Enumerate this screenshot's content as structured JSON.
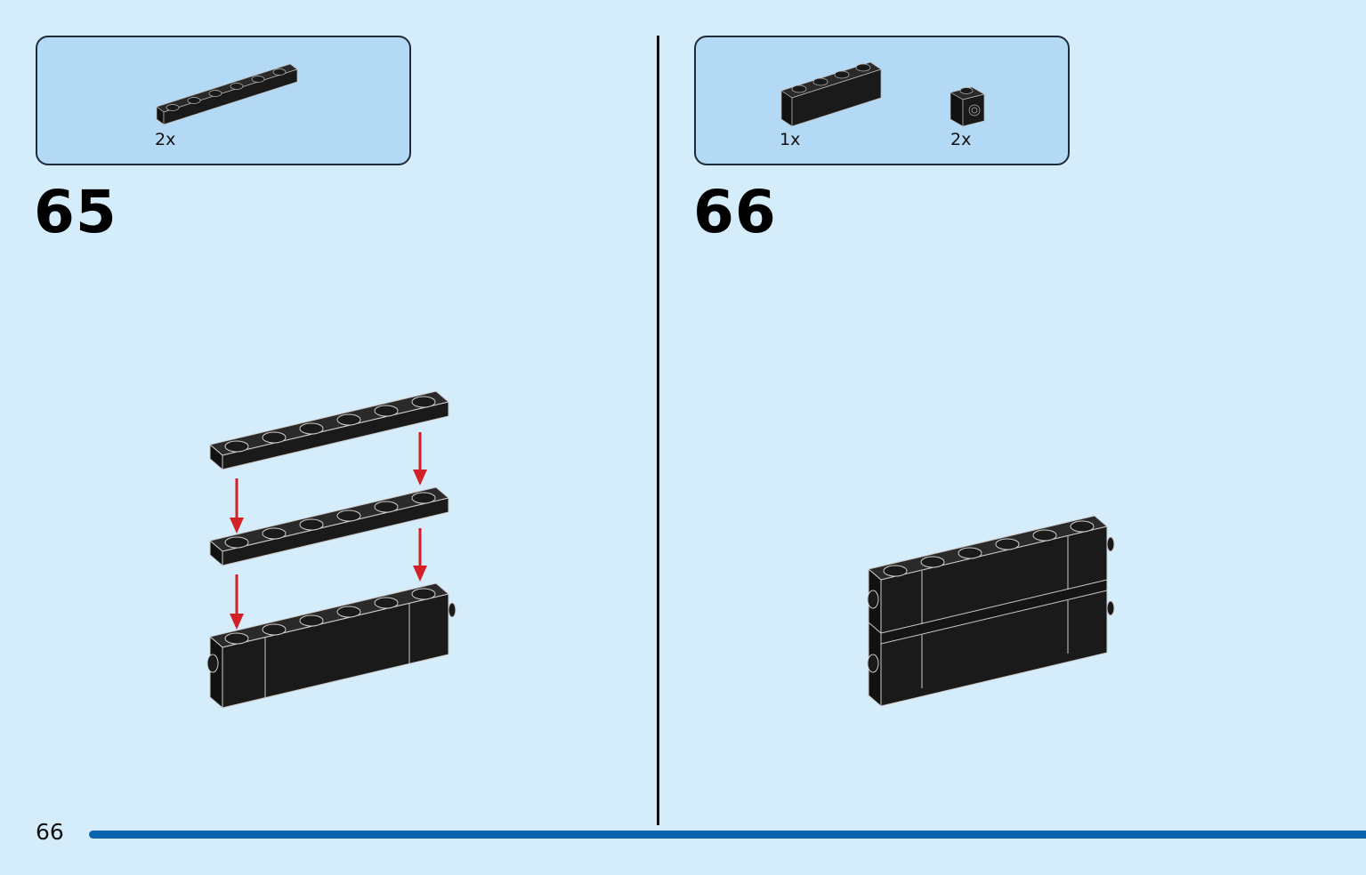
{
  "page": {
    "number": "66"
  },
  "steps": [
    {
      "number": "65",
      "parts": [
        {
          "qty": "2x",
          "icon": "plate-1x6-icon",
          "color": "#1a1a1a"
        }
      ]
    },
    {
      "number": "66",
      "parts": [
        {
          "qty": "1x",
          "icon": "brick-1x4-icon",
          "color": "#1a1a1a"
        },
        {
          "qty": "2x",
          "icon": "brick-1x1-stud-side-icon",
          "color": "#1a1a1a"
        }
      ]
    }
  ],
  "colors": {
    "background": "#d5edfb",
    "parts_box": "#b3d9f4",
    "brick": "#1a1a1a",
    "arrow": "#d31f26",
    "page_bar": "#0a64b0"
  }
}
